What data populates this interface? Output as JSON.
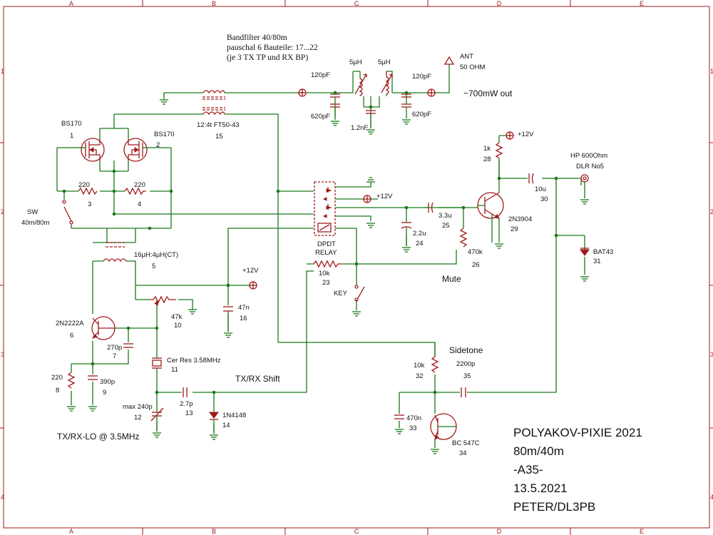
{
  "border": {
    "cols": [
      "A",
      "B",
      "C",
      "D",
      "E"
    ],
    "rows": [
      "1",
      "2",
      "3",
      "4"
    ]
  },
  "notes": {
    "filter_l1": "Bandfilter 40/80m",
    "filter_l2": "pauschal 6 Bauteile: 17...22",
    "filter_l3": "(je 3 TX TP und RX BP)",
    "out_power": "~700mW out",
    "txrx_shift": "TX/RX Shift",
    "lo": "TX/RX-LO @ 3.5MHz",
    "mute": "Mute",
    "sidetone": "Sidetone",
    "key": "KEY",
    "sw_l1": "SW",
    "sw_l2": "40m/80m",
    "relay_l1": "DPDT",
    "relay_l2": "RELAY",
    "ant_l1": "ANT",
    "ant_l2": "50 OHM",
    "hp_l1": "HP 600Ohm",
    "hp_l2": "DLR No5",
    "v12": "+12V"
  },
  "parts": {
    "c120a": "120pF",
    "c620a": "620pF",
    "l5a": "5µH",
    "l5b": "5µH",
    "c12n": "1.2nF",
    "c120b": "120pF",
    "c620b": "620pF",
    "q1_name": "BS170",
    "q1_num": "1",
    "q2_name": "BS170",
    "q2_num": "2",
    "r3_val": "220",
    "r3_num": "3",
    "r4_val": "220",
    "r4_num": "4",
    "t15_val": "12:4t FT50-43",
    "t15_num": "15",
    "t5_val": "16µH:4µH(CT)",
    "t5_num": "5",
    "q6_name": "2N2222A",
    "q6_num": "6",
    "c7_val": "270p",
    "c7_num": "7",
    "r8_val": "220",
    "r8_num": "8",
    "c9_val": "390p",
    "c9_num": "9",
    "r10_val": "47k",
    "r10_num": "10",
    "x11_val": "Cer Res 3.58MHz",
    "x11_num": "11",
    "c12_val": "max 240p",
    "c12_num": "12",
    "c13_val": "2.7p",
    "c13_num": "13",
    "d14_val": "1N4148",
    "d14_num": "14",
    "c16_val": "47n",
    "c16_num": "16",
    "r23_val": "10k",
    "r23_num": "23",
    "c24_val": "2.2u",
    "c24_num": "24",
    "c25_val": "3.3u",
    "c25_num": "25",
    "r26_val": "470k",
    "r26_num": "26",
    "r28_val": "1k",
    "r28_num": "28",
    "q29_name": "2N3904",
    "q29_num": "29",
    "c30_val": "10u",
    "c30_num": "30",
    "d31_val": "BAT43",
    "d31_num": "31",
    "r32_val": "10k",
    "r32_num": "32",
    "c33_val": "470n",
    "c33_num": "33",
    "q34_name": "BC 547C",
    "q34_num": "34",
    "c35_val": "2200p",
    "c35_num": "35"
  },
  "title_block": {
    "line1": "POLYAKOV-PIXIE 2021",
    "line2": "80m/40m",
    "line3": "-A35-",
    "line4": "13.5.2021",
    "line5": "PETER/DL3PB"
  }
}
